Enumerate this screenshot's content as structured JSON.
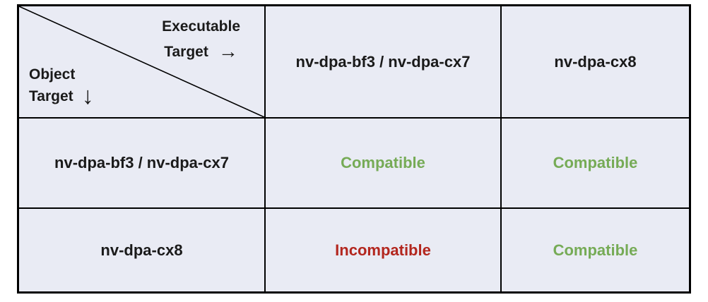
{
  "table": {
    "corner": {
      "column_axis_line1": "Executable",
      "column_axis_line2": "Target",
      "column_axis_arrow": "→",
      "row_axis_line1": "Object",
      "row_axis_line2": "Target",
      "row_axis_arrow": "↓"
    },
    "column_headers": [
      "nv-dpa-bf3 / nv-dpa-cx7",
      "nv-dpa-cx8"
    ],
    "rows": [
      {
        "header": "nv-dpa-bf3 / nv-dpa-cx7",
        "cells": [
          {
            "label": "Compatible",
            "status": "compatible"
          },
          {
            "label": "Compatible",
            "status": "compatible"
          }
        ]
      },
      {
        "header": "nv-dpa-cx8",
        "cells": [
          {
            "label": "Incompatible",
            "status": "incompatible"
          },
          {
            "label": "Compatible",
            "status": "compatible"
          }
        ]
      }
    ],
    "colors": {
      "compatible": "#76ab56",
      "incompatible": "#b3261e",
      "cell_background": "#e9ebf4",
      "border": "#000000"
    }
  }
}
